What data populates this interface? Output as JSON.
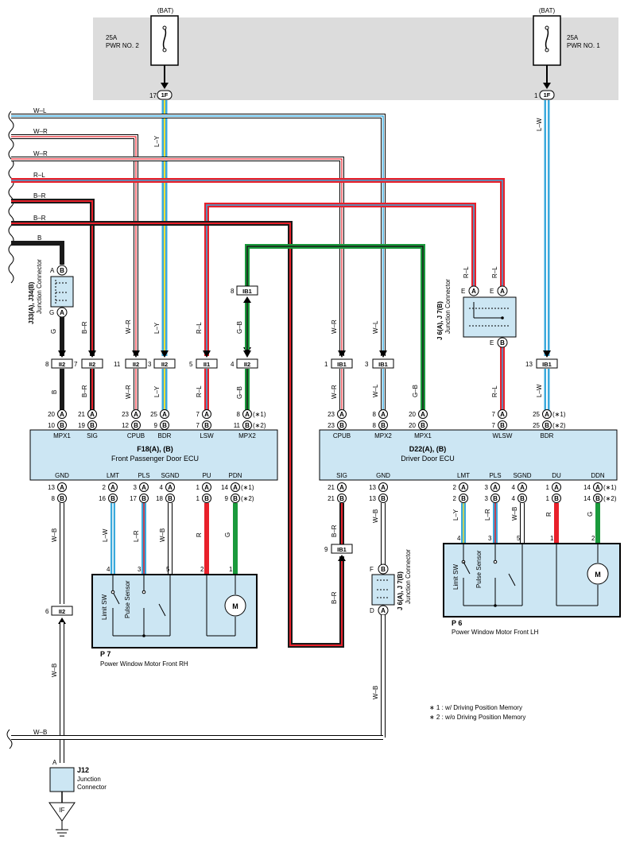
{
  "colors": {
    "red": "#e8202a",
    "blue": "#3aa9dc",
    "green": "#1a9a3c",
    "black": "#1a1a1a",
    "yellow": "#f1e03a",
    "white": "#ffffff",
    "ecu_fill": "#cce6f3",
    "bat_box": "#dcdcdc"
  },
  "power": {
    "left": {
      "bat": "(BAT)",
      "amp": "25A",
      "name": "PWR NO. 2",
      "pin": "17",
      "conn": "1F"
    },
    "right": {
      "bat": "(BAT)",
      "amp": "25A",
      "name": "PWR NO. 1",
      "pin": "1",
      "conn": "1F"
    }
  },
  "harness_wires": {
    "w1": "W–L",
    "w2": "W–R",
    "w3": "W–R",
    "w4": "R–L",
    "w5": "B–R",
    "w6": "B–R",
    "w7": "B"
  },
  "junction_top_left": {
    "title": "J33(A), J34(B)",
    "sub": "Junction Connector",
    "pin_a": "A",
    "pin_b": "B",
    "pin_g": "G",
    "pin_a2": "A",
    "wire_b": "B",
    "wire_g": "G",
    "wire_br": "B–R"
  },
  "ii2_connectors": [
    {
      "pin": "8",
      "label": "II2"
    },
    {
      "pin": "7",
      "label": "II2"
    },
    {
      "pin": "11",
      "label": "II2"
    },
    {
      "pin": "3",
      "label": "II2"
    },
    {
      "pin": "5",
      "label": "II1"
    },
    {
      "pin": "4",
      "label": "II2"
    }
  ],
  "ib1_top": {
    "pin": "8",
    "label": "IB1"
  },
  "right_conns": [
    {
      "pin": "1",
      "label": "IB1"
    },
    {
      "pin": "3",
      "label": "IB1"
    },
    {
      "pin": "13",
      "label": "IB1"
    }
  ],
  "left_ecu": {
    "title": "F18(A), (B)",
    "name": "Front Passenger Door ECU",
    "top_labels": [
      "MPX1",
      "SIG",
      "CPUB",
      "BDR",
      "LSW",
      "MPX2"
    ],
    "top_wires": [
      "B",
      "B–R",
      "W–R",
      "L–Y",
      "R–L",
      "G–B"
    ],
    "top_pins_a": [
      "20",
      "21",
      "23",
      "25",
      "7",
      "8"
    ],
    "top_pins_b": [
      "10",
      "19",
      "12",
      "9",
      "7",
      "11"
    ],
    "bottom_labels": [
      "GND",
      "LMT",
      "PLS",
      "SGND",
      "PU",
      "PDN"
    ],
    "bottom_pins_a": [
      "13",
      "2",
      "3",
      "4",
      "1",
      "14"
    ],
    "bottom_pins_b": [
      "8",
      "16",
      "17",
      "18",
      "1",
      "9"
    ],
    "bottom_wires": [
      "W–B",
      "L–W",
      "L–R",
      "W–B",
      "R",
      "G"
    ],
    "mid_wires": [
      "W–R",
      "L–Y",
      "R–L",
      "G–B",
      "W–L"
    ]
  },
  "right_ecu": {
    "title": "D22(A), (B)",
    "name": "Driver Door ECU",
    "top_labels": [
      "CPUB",
      "MPX2",
      "MPX1",
      "WLSW",
      "BDR"
    ],
    "top_wires": [
      "W–R",
      "W–L",
      "G–B",
      "R–L",
      "L–W"
    ],
    "top_pins_a": [
      "23",
      "8",
      "20",
      "7",
      "25"
    ],
    "top_pins_b": [
      "23",
      "8",
      "20",
      "7",
      "25"
    ],
    "bottom_labels": [
      "SIG",
      "GND",
      "LMT",
      "PLS",
      "SGND",
      "DU",
      "DDN"
    ],
    "bottom_pins_a": [
      "21",
      "13",
      "2",
      "3",
      "4",
      "1",
      "14"
    ],
    "bottom_pins_b": [
      "21",
      "13",
      "2",
      "3",
      "4",
      "1",
      "14"
    ],
    "bottom_wires": [
      "B–R",
      "W–B",
      "L–Y",
      "L–R",
      "W–B",
      "R",
      "G"
    ]
  },
  "notes": {
    "star1": "(∗1)",
    "star2": "(∗2)",
    "note1": "∗ 1 : w/ Driving Position Memory",
    "note2": "∗ 2 : w/o Driving Position Memory"
  },
  "motor_rh": {
    "code": "P 7",
    "name": "Power Window Motor Front RH",
    "pins": [
      "4",
      "3",
      "5",
      "2",
      "1"
    ],
    "sw1": "Limit SW",
    "sw2": "Pulse Sensor",
    "m": "M"
  },
  "motor_lh": {
    "code": "P 6",
    "name": "Power Window Motor Front LH",
    "pins": [
      "4",
      "3",
      "5",
      "1",
      "2"
    ],
    "sw1": "Limit SW",
    "sw2": "Pulse Sensor",
    "m": "M"
  },
  "junction_mid": {
    "title": "J 6(A), J 7(B)",
    "sub": "Junction Connector",
    "pin_e1": "E",
    "pin_e2": "E",
    "pin_a1": "A",
    "pin_a2": "A",
    "pin_e3": "E",
    "pin_b": "B",
    "wire_rl1": "R–L",
    "wire_rl2": "R–L"
  },
  "junction_low": {
    "title": "J 6(A), J 7(B)",
    "sub": "Junction Connector",
    "pin_f": "F",
    "pin_b": "B",
    "pin_d": "D",
    "pin_a": "A"
  },
  "ib1_mid": {
    "pin": "9",
    "label": "IB1",
    "wire": "B–R"
  },
  "ii2_low": {
    "pin": "6",
    "label": "II2",
    "wire": "W–B"
  },
  "bottom_harness": {
    "wire": "W–B",
    "wire2": "W–B"
  },
  "ground_junction": {
    "code": "J12",
    "name1": "Junction",
    "name2": "Connector",
    "pin": "A",
    "ground": "IF"
  }
}
